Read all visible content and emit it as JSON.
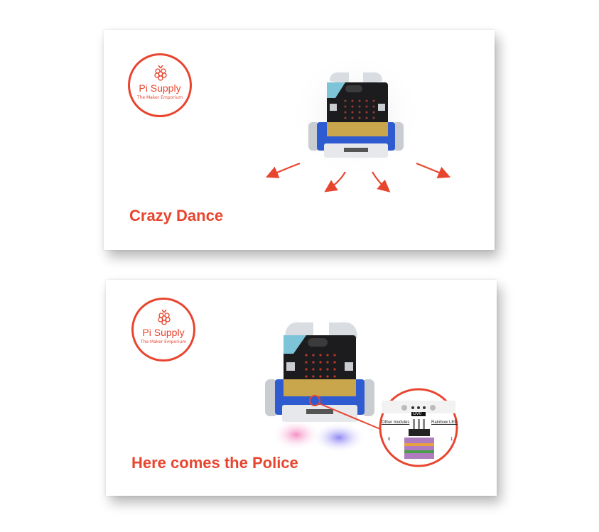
{
  "logo": {
    "brand": "Pi Supply",
    "tagline": "The Maker Emporium"
  },
  "cards": [
    {
      "caption": "Crazy Dance"
    },
    {
      "caption": "Here comes the Police",
      "zoom": {
        "label_left": "Other modules",
        "label_right": "Rainbow LED",
        "pin_left": "0",
        "pin_right": "1",
        "header_text": "GV0"
      }
    }
  ],
  "colors": {
    "accent": "#e8452f"
  }
}
